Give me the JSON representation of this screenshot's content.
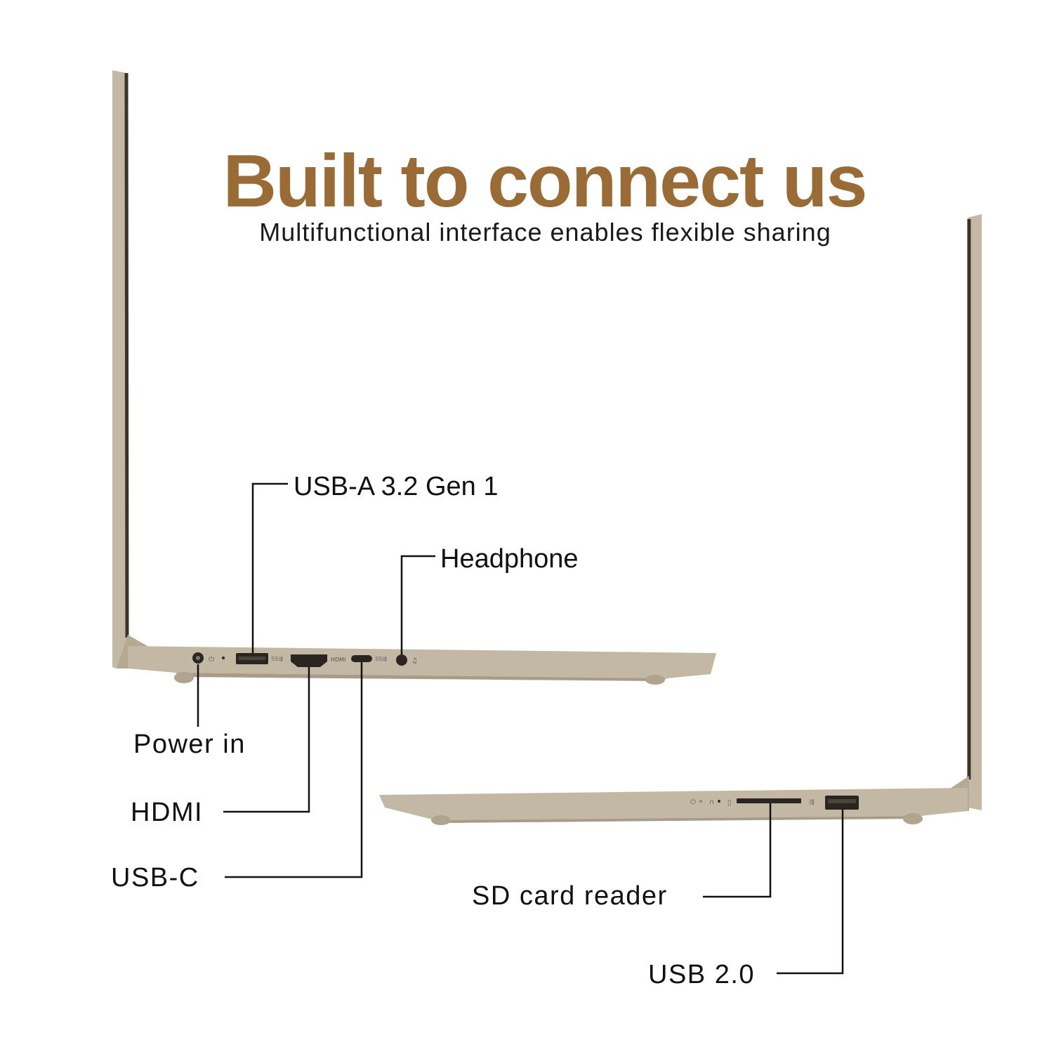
{
  "headline": "Built to connect us",
  "subheadline": "Multifunctional interface enables flexible sharing",
  "colors": {
    "headline": "#9a6b34",
    "laptop_body": "#c3b8a4",
    "laptop_shadow": "#a89c88",
    "text": "#111111",
    "leader_line": "#111111"
  },
  "left_side": {
    "callouts": {
      "usb_a": "USB-A 3.2 Gen 1",
      "headphone": "Headphone",
      "power_in": "Power in",
      "hdmi": "HDMI",
      "usb_c": "USB-C"
    },
    "port_markings": {
      "hdmi": "HDMI"
    }
  },
  "right_side": {
    "callouts": {
      "sd_card_reader": "SD card reader",
      "usb_2": "USB 2.0"
    }
  }
}
